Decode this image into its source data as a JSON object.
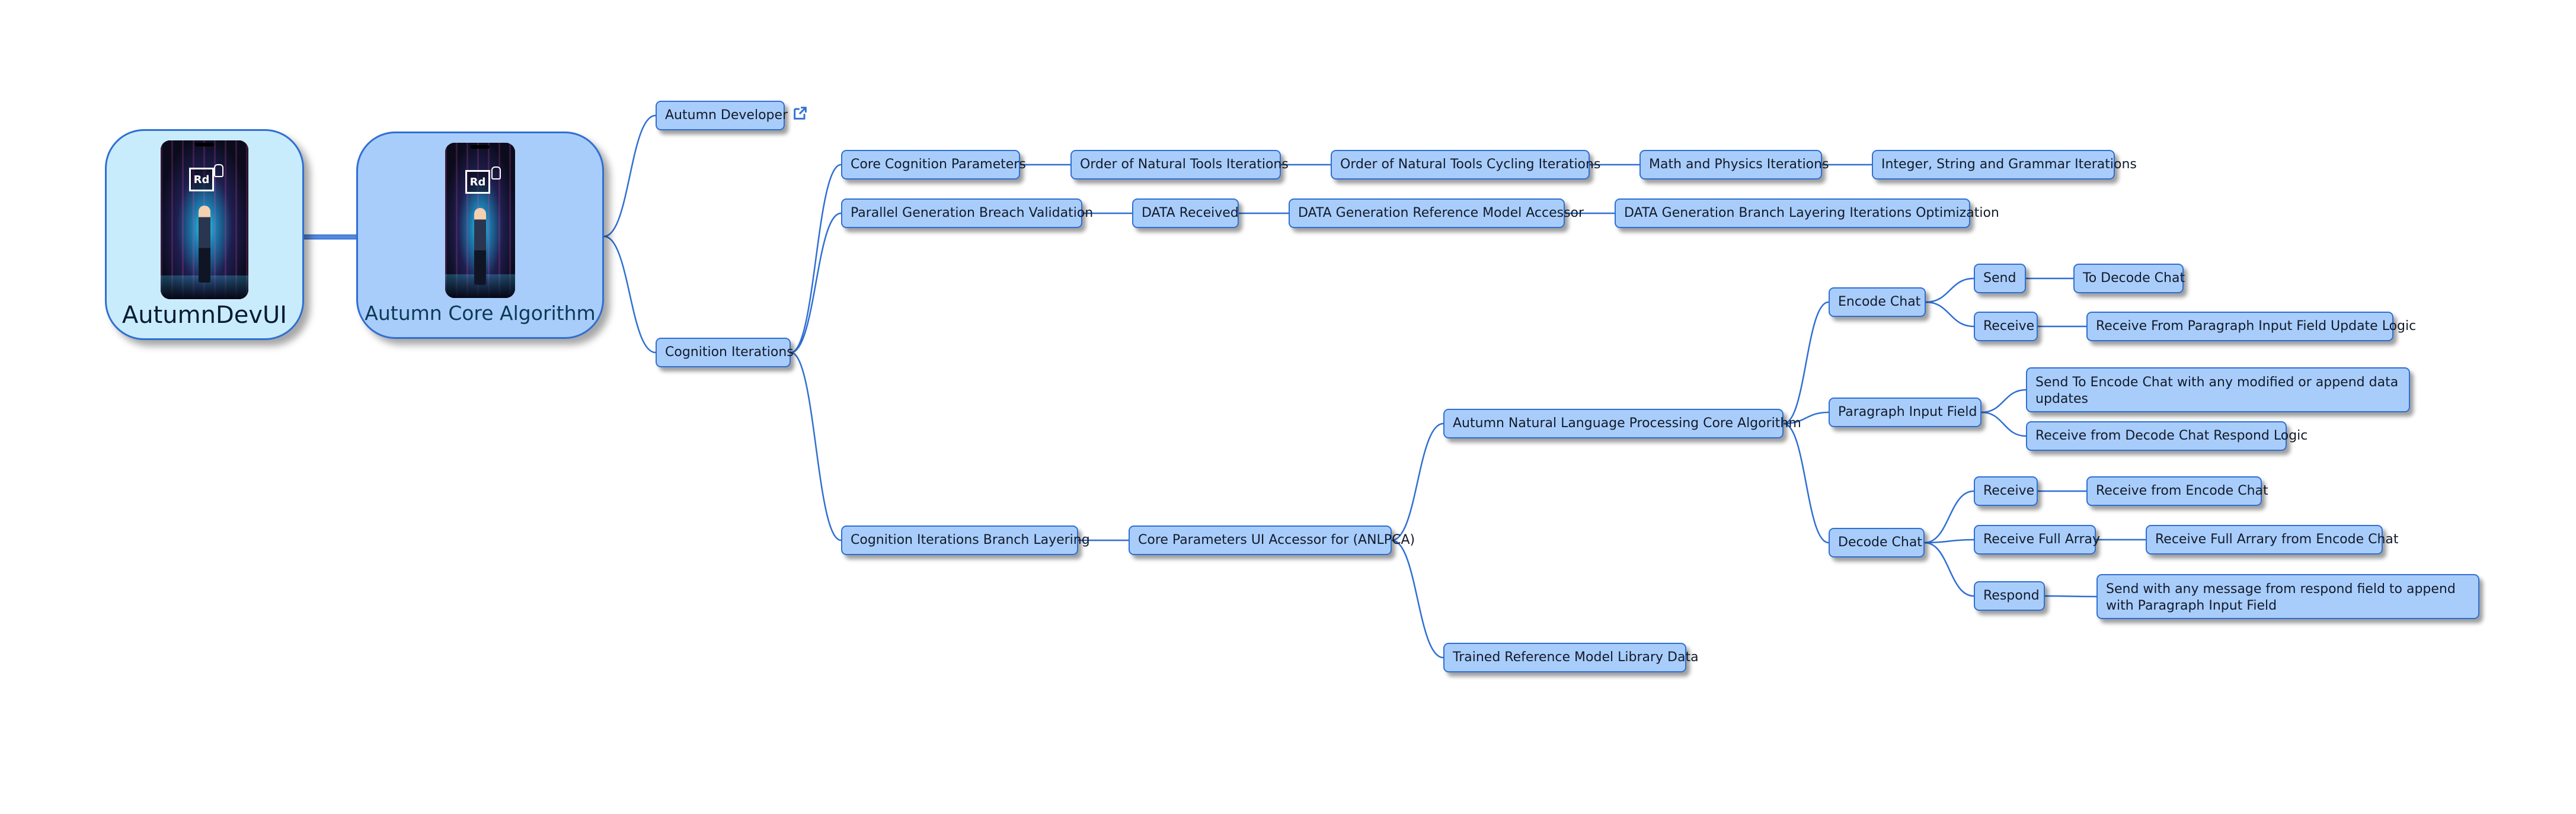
{
  "colors": {
    "node_fill": "#a9cdfb",
    "node_border": "#2f6fd3",
    "root_left_fill": "#c9ecfc",
    "connector": "#2f6fd3"
  },
  "roots": {
    "dev_ui": {
      "label": "AutumnDevUI",
      "app_logo": "Rd"
    },
    "core_algorithm": {
      "label": "Autumn Core Algorithm",
      "app_logo": "Rd"
    }
  },
  "nodes": {
    "autumn_developer": "Autumn Developer",
    "cognition_iterations": "Cognition Iterations",
    "core_cognition_parameters": "Core Cognition Parameters",
    "order_natural_tools_iterations": "Order of Natural Tools Iterations",
    "order_natural_tools_cycling": "Order of Natural Tools Cycling Iterations",
    "math_physics_iterations": "Math and Physics Iterations",
    "integer_string_grammar": "Integer, String and Grammar Iterations",
    "parallel_generation": "Parallel Generation Breach Validation",
    "data_received": "DATA Received",
    "data_generation_reference": "DATA Generation Reference Model Accessor",
    "data_generation_branch": "DATA Generation Branch Layering Iterations Optimization",
    "cognition_branch_layering": "Cognition Iterations Branch Layering",
    "core_parameters_ui": "Core Parameters UI Accessor for (ANLPCA)",
    "anlpca": "Autumn Natural Language Processing Core Algorithm",
    "trained_reference": "Trained Reference Model Library Data",
    "encode_chat": "Encode Chat",
    "encode_send": "Send",
    "to_decode_chat": "To Decode Chat",
    "encode_receive": "Receive",
    "receive_from_paragraph": "Receive From Paragraph Input Field Update Logic",
    "paragraph_input_field": "Paragraph Input Field",
    "send_to_encode_chat": "Send To Encode Chat with any modified or append data updates",
    "receive_from_decode": "Receive from Decode Chat Respond Logic",
    "decode_chat": "Decode Chat",
    "decode_receive": "Receive",
    "receive_from_encode": "Receive from Encode Chat",
    "receive_full_array": "Receive Full Array",
    "receive_full_arrary_from_encode": "Receive Full Arrary from Encode Chat",
    "respond": "Respond",
    "send_with_message": "Send with any message from respond field to append with Paragraph Input Field"
  },
  "icons": {
    "external_link": "external-link-icon"
  }
}
